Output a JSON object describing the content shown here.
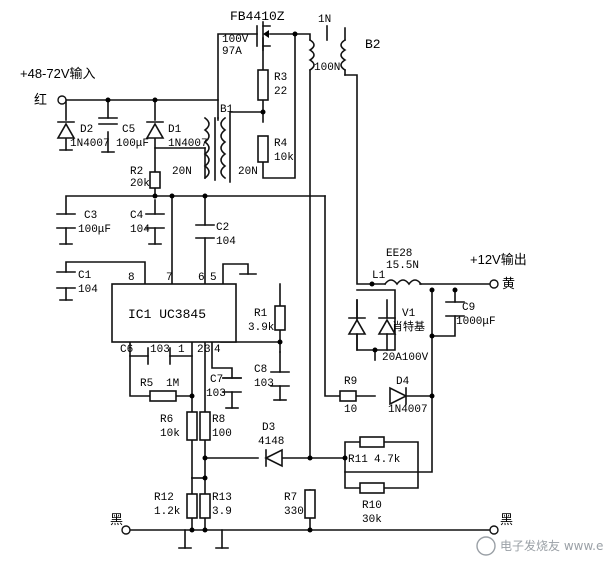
{
  "mosfet": {
    "name": "FB4410Z",
    "v": "100V",
    "a": "97A"
  },
  "b2": {
    "turns": "1N",
    "name": "B2",
    "sec": "100N"
  },
  "input": {
    "label": "+48-72V输入",
    "red": "红"
  },
  "black_left": "黑",
  "black_right": "黑",
  "d2": {
    "name": "D2",
    "part": "1N4007"
  },
  "c5": {
    "name": "C5",
    "value": "100μF"
  },
  "d1": {
    "name": "D1",
    "part": "1N4007"
  },
  "r2": {
    "name": "R2",
    "value": "20k"
  },
  "b1": {
    "name": "B1",
    "pri": "20N",
    "sec": "20N"
  },
  "r3": {
    "name": "R3",
    "value": "22"
  },
  "r4": {
    "name": "R4",
    "value": "10k"
  },
  "c3": {
    "name": "C3",
    "value": "100μF"
  },
  "c4": {
    "name": "C4",
    "value": "104"
  },
  "c2": {
    "name": "C2",
    "value": "104"
  },
  "c1": {
    "name": "C1",
    "value": "104"
  },
  "ic": {
    "name": "IC1 UC3845",
    "pins": [
      "8",
      "7",
      "6",
      "5",
      "1",
      "2",
      "3",
      "4"
    ]
  },
  "r1": {
    "name": "R1",
    "value": "3.9k"
  },
  "c8": {
    "name": "C8",
    "value": "103"
  },
  "c6": {
    "name": "C6",
    "value": "103"
  },
  "r5": {
    "name": "R5",
    "value": "1M"
  },
  "c7": {
    "name": "C7",
    "value": "103"
  },
  "r6": {
    "name": "R6",
    "value": "10k"
  },
  "r8": {
    "name": "R8",
    "value": "100"
  },
  "d3": {
    "name": "D3",
    "part": "4148"
  },
  "r12": {
    "name": "R12",
    "value": "1.2k"
  },
  "r13": {
    "name": "R13",
    "value": "3.9"
  },
  "r7": {
    "name": "R7",
    "value": "330"
  },
  "r9": {
    "name": "R9",
    "value": "10"
  },
  "d4": {
    "name": "D4",
    "part": "1N4007"
  },
  "r11": {
    "name": "R11",
    "value": "4.7k"
  },
  "r10": {
    "name": "R10",
    "value": "30k"
  },
  "l1": {
    "core": "EE28",
    "turns": "15.5N",
    "name": "L1"
  },
  "v1": {
    "name": "V1",
    "desc": "肖特基",
    "rating": "20A100V"
  },
  "c9": {
    "name": "C9",
    "value": "1000μF"
  },
  "output": {
    "label": "+12V输出",
    "yellow": "黄"
  },
  "watermark": "电子发烧友 www.elecfans.com"
}
